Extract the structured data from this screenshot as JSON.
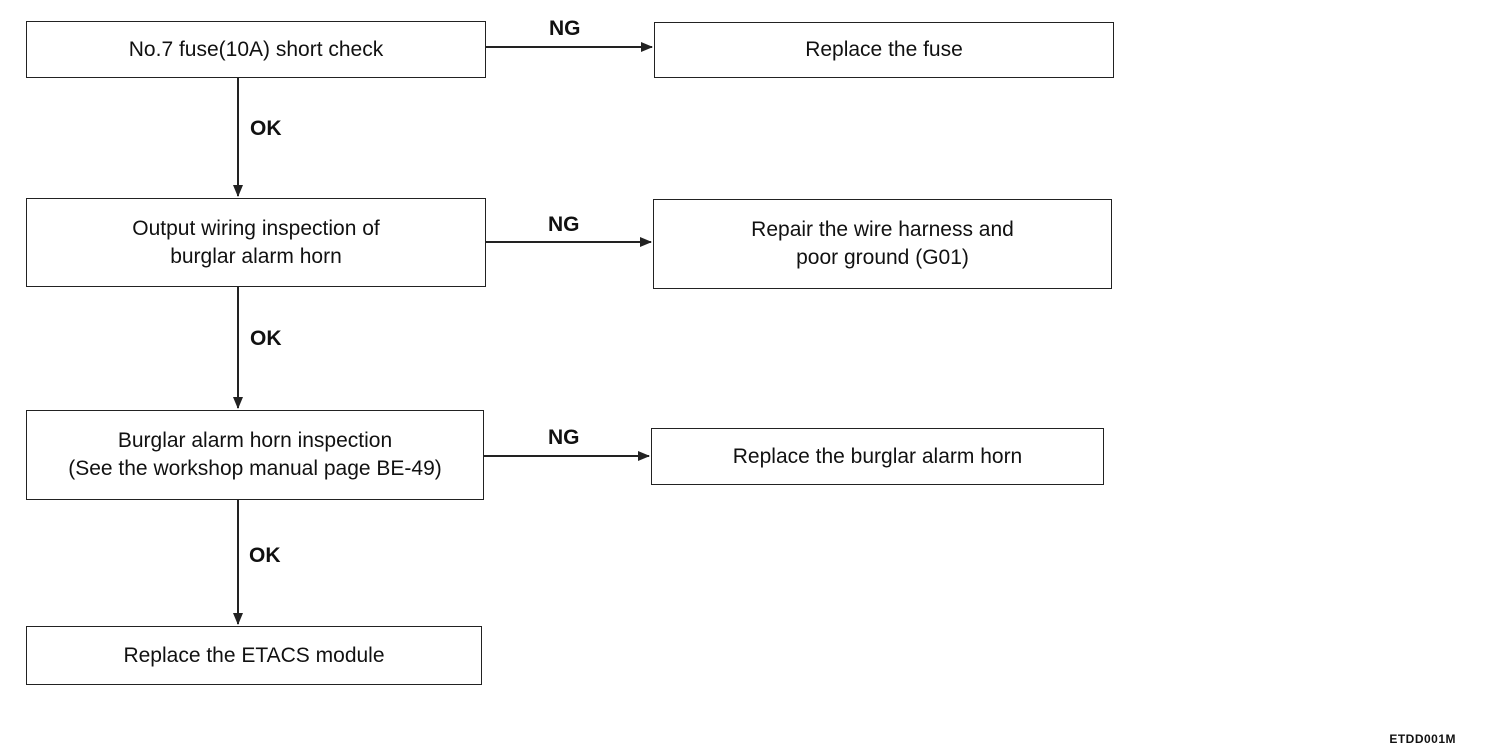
{
  "steps": {
    "step1": "No.7 fuse(10A) short check",
    "step2": [
      "Output wiring inspection of",
      "burglar alarm horn"
    ],
    "step3": [
      "Burglar alarm horn inspection",
      "(See the workshop manual page BE-49)"
    ],
    "step4": "Replace the ETACS module"
  },
  "actions": {
    "action1": "Replace the fuse",
    "action2": [
      "Repair the wire harness and",
      "poor ground (G01)"
    ],
    "action3": "Replace the burglar alarm horn"
  },
  "labels": {
    "ok": "OK",
    "ng": "NG"
  },
  "figure_code": "ETDD001M"
}
